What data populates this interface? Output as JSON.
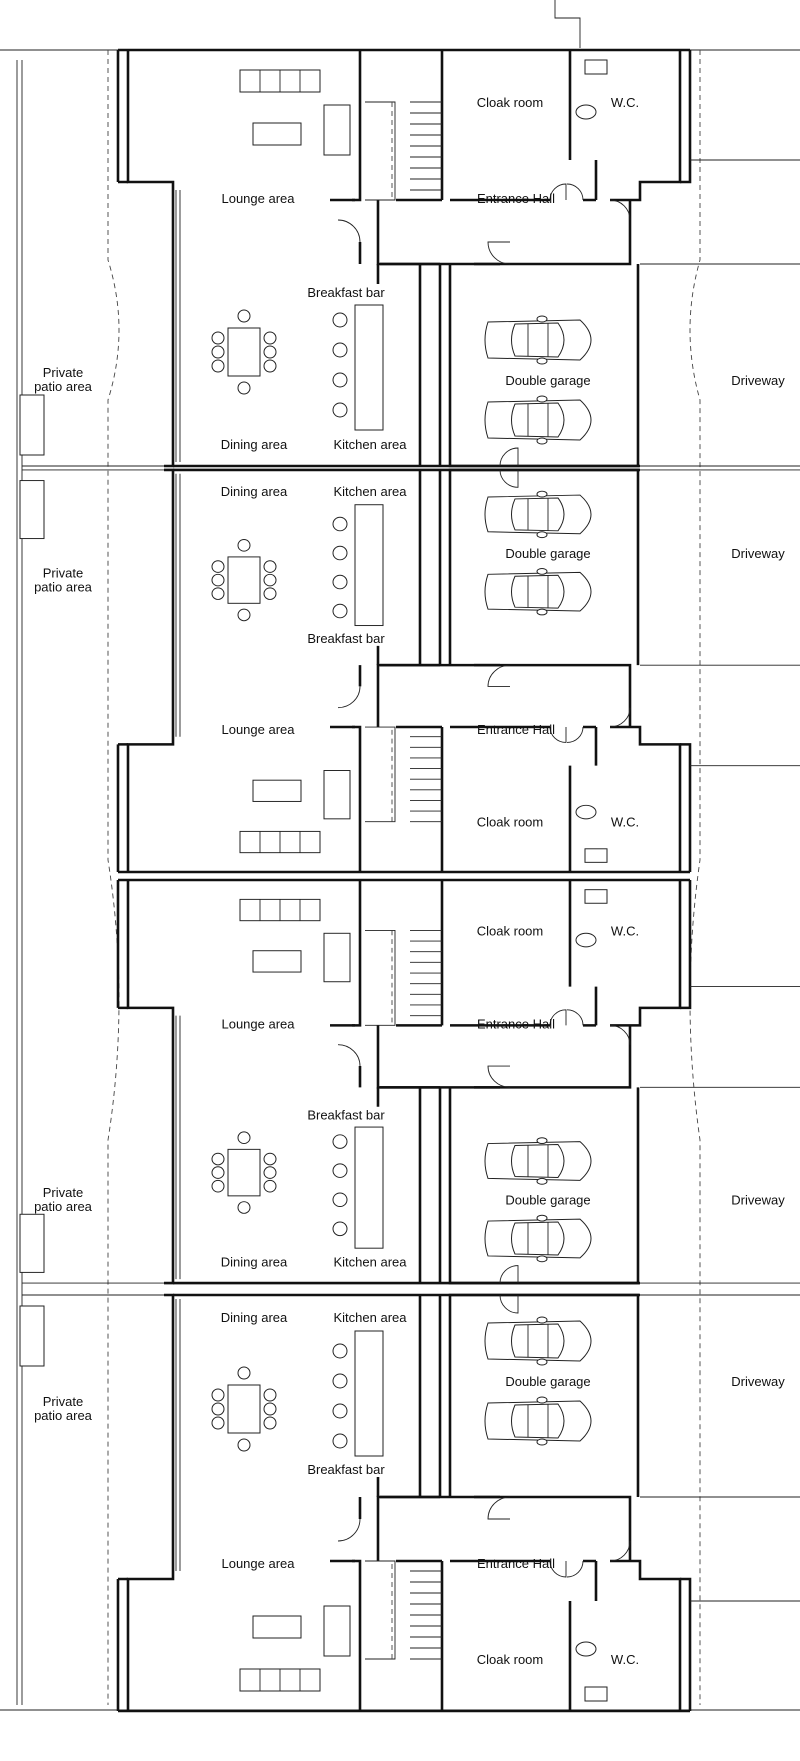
{
  "plan": {
    "units": [
      {
        "orientation": "down",
        "labels": {
          "cloak": "Cloak room",
          "wc": "W.C.",
          "hall": "Entrance Hall",
          "lounge": "Lounge area",
          "breakfast": "Breakfast bar",
          "garage": "Double garage",
          "driveway": "Driveway",
          "patio": "Private\npatio area",
          "dining": "Dining area",
          "kitchen": "Kitchen area"
        }
      },
      {
        "orientation": "up",
        "labels": {
          "cloak": "Cloak room",
          "wc": "W.C.",
          "hall": "Entrance Hall",
          "lounge": "Lounge area",
          "breakfast": "Breakfast bar",
          "garage": "Double garage",
          "driveway": "Driveway",
          "patio": "Private\npatio area",
          "dining": "Dining area",
          "kitchen": "Kitchen area"
        }
      },
      {
        "orientation": "down",
        "labels": {
          "cloak": "Cloak room",
          "wc": "W.C.",
          "hall": "Entrance Hall",
          "lounge": "Lounge area",
          "breakfast": "Breakfast bar",
          "garage": "Double garage",
          "driveway": "Driveway",
          "patio": "Private\npatio area",
          "dining": "Dining area",
          "kitchen": "Kitchen area"
        }
      },
      {
        "orientation": "up",
        "labels": {
          "cloak": "Cloak room",
          "wc": "W.C.",
          "hall": "Entrance Hall",
          "lounge": "Lounge area",
          "breakfast": "Breakfast bar",
          "garage": "Double garage",
          "driveway": "Driveway",
          "patio": "Private\npatio area",
          "dining": "Dining area",
          "kitchen": "Kitchen area"
        }
      }
    ]
  }
}
